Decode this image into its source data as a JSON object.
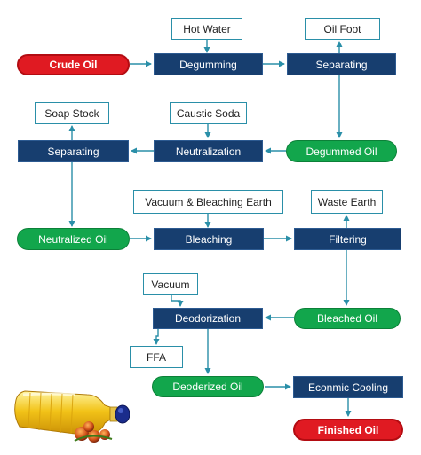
{
  "nodes": {
    "crude_oil": "Crude Oil",
    "degumming": "Degumming",
    "hot_water": "Hot Water",
    "separating_1": "Separating",
    "oil_foot": "Oil Foot",
    "degummed_oil": "Degummed Oil",
    "neutralization": "Neutralization",
    "caustic_soda": "Caustic Soda",
    "separating_2": "Separating",
    "soap_stock": "Soap Stock",
    "neutralized_oil": "Neutralized Oil",
    "bleaching": "Bleaching",
    "vacuum_bleaching_earth": "Vacuum & Bleaching Earth",
    "filtering": "Filtering",
    "waste_earth": "Waste Earth",
    "bleached_oil": "Bleached Oil",
    "deodorization": "Deodorization",
    "vacuum": "Vacuum",
    "ffa": "FFA",
    "deodorized_oil": "Deoderized Oil",
    "economic_cooling": "Econmic Cooling",
    "finished_oil": "Finished Oil"
  },
  "colors": {
    "process": "#173e6f",
    "input_output_border": "#2a8fa8",
    "arrow": "#2a8fa8",
    "start_end": "#e01a22",
    "intermediate_oil": "#12a64c"
  },
  "illustration": "oil-bottle-with-palm-fruit"
}
